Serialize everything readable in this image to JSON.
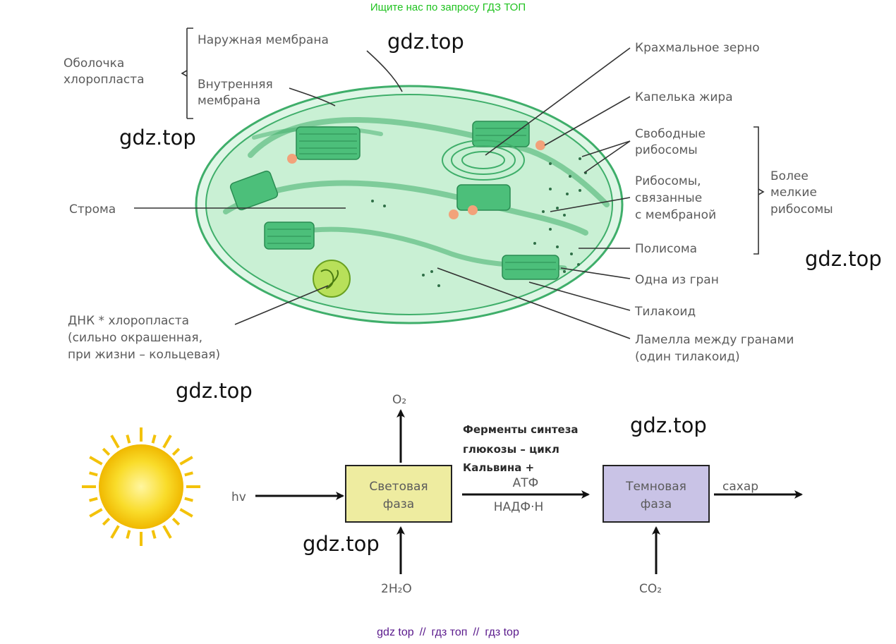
{
  "header": {
    "banner": "Ищите нас по запросу ГДЗ ТОП"
  },
  "watermark": "gdz.top",
  "chloroplast": {
    "labels": {
      "shell_1": "Оболочка",
      "shell_2": "хлоропласта",
      "outer_membrane": "Наружная мембрана",
      "inner_membrane_1": "Внутренняя",
      "inner_membrane_2": "мембрана",
      "stroma": "Строма",
      "dna_1": "ДНК * хлоропласта",
      "dna_2": "(сильно окрашенная,",
      "dna_3": "при жизни – кольцевая)",
      "starch": "Крахмальное зерно",
      "fat_drop": "Капелька жира",
      "free_ribo_1": "Свободные",
      "free_ribo_2": "рибосомы",
      "bound_ribo_1": "Рибосомы,",
      "bound_ribo_2": "связанные",
      "bound_ribo_3": "с мембраной",
      "smaller_ribo_1": "Более",
      "smaller_ribo_2": "мелкие",
      "smaller_ribo_3": "рибосомы",
      "polysome": "Полисома",
      "granum": "Одна из гран",
      "thylakoid": "Тилакоид",
      "lamella_1": "Ламелла между гранами",
      "lamella_2": "(один тилакоид)"
    }
  },
  "photosynthesis": {
    "light_input": "hv",
    "o2": "O₂",
    "water": "2H₂O",
    "co2": "CO₂",
    "light_phase_1": "Световая",
    "light_phase_2": "фаза",
    "dark_phase_1": "Темновая",
    "dark_phase_2": "фаза",
    "enzymes_1": "Ферменты синтеза",
    "enzymes_2": "глюкозы – цикл",
    "enzymes_3": "Кальвина +",
    "atp": "АТФ",
    "nadph": "НАДФ·Н",
    "output": "сахар"
  },
  "colors": {
    "membrane": "#3fae6a",
    "stroma": "#c9f0d4",
    "grana": "#4cbf7a",
    "light_box": "#eeeca0",
    "dark_box": "#c9c3e6",
    "sun": "#f7d21a"
  },
  "footer": {
    "link1": "gdz top",
    "link2": "гдз топ",
    "link3": "гдз top",
    "sep": "//"
  }
}
